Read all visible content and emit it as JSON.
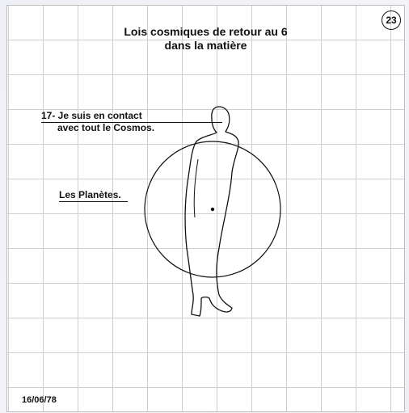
{
  "title": {
    "line1": "Lois cosmiques de retour au 6",
    "line2": "dans la matière"
  },
  "page_number": "23",
  "labels": {
    "contact_line1": "17- Je suis en contact",
    "contact_line2": "avec tout le Cosmos.",
    "planetes": "Les Planètes."
  },
  "date": "16/06/78"
}
